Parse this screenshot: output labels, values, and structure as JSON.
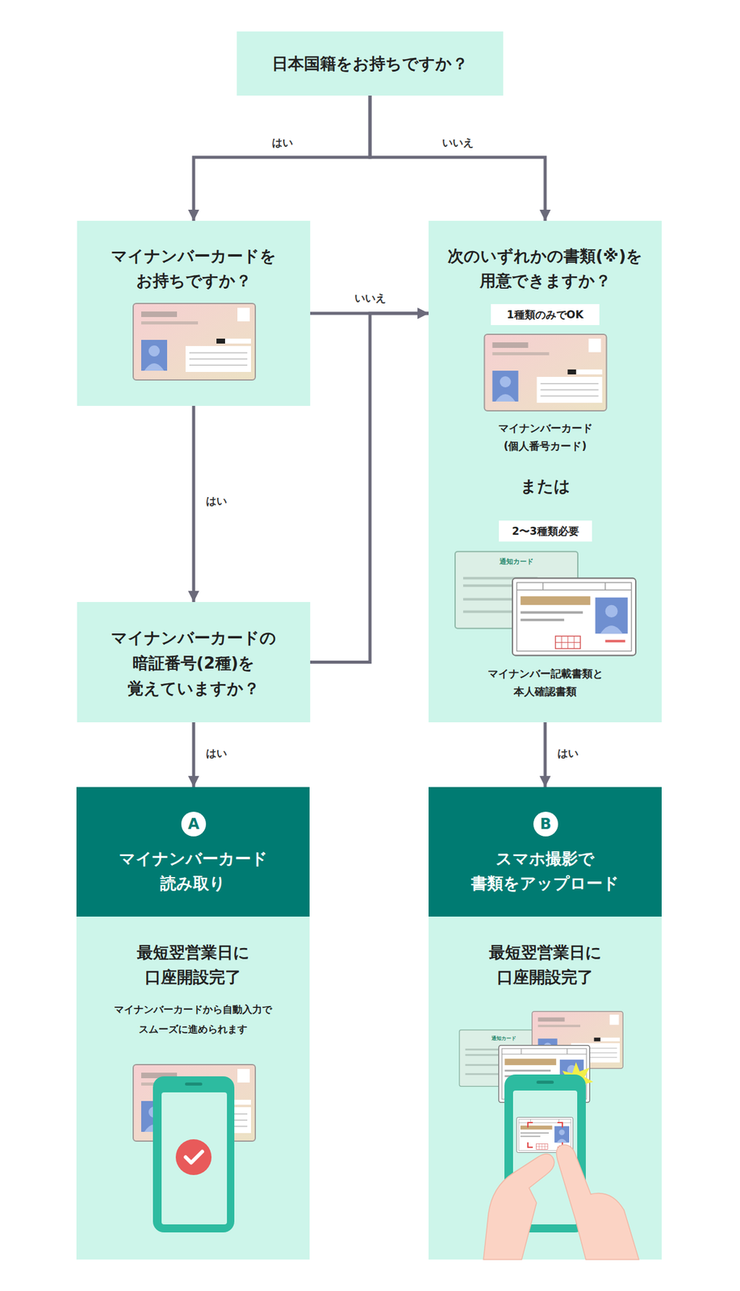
{
  "diagram": {
    "nodes": [
      {
        "text": [
          "日本国籍をお持ちですか？"
        ]
      },
      {
        "text": [
          "マイナンバーカードを お持ちですか？"
        ]
      },
      {
        "text": [
          "次のいずれかの書類(※)を 用意できますか？",
          "マイナンバーカード (個人番号カード)",
          "または",
          "マイナンバー記載書類と 本人確認書類"
        ]
      },
      {
        "text": [
          "1種類のみでOK"
        ],
        "in": 2
      },
      {
        "text": [
          "2〜3種類必要"
        ],
        "in": 2
      },
      {
        "text": [
          "マイナンバーカードの 暗証番号(2種)を 覚えていますか？"
        ]
      },
      {
        "text": [
          "マイナンバーカード 読み取り"
        ]
      },
      {
        "text": [
          "A"
        ],
        "in": 6
      },
      {
        "text": [
          "最短翌営業日に 口座開設完了",
          "マイナンバーカードから自動入力で スムーズに進められます"
        ]
      },
      {
        "text": [
          "スマホ撮影で 書類をアップロード"
        ]
      },
      {
        "text": [
          "B"
        ],
        "in": 9
      },
      {
        "text": [
          "最短翌営業日に 口座開設完了"
        ]
      }
    ],
    "edges": [
      {
        "from": 0,
        "to": 1,
        "label": "はい",
        "arrow": "to"
      },
      {
        "from": 0,
        "to": 2,
        "label": "いいえ",
        "arrow": "to"
      },
      {
        "from": 1,
        "to": 2,
        "label": "いいえ",
        "arrow": "to"
      },
      {
        "from": 1,
        "to": 5,
        "label": "はい",
        "arrow": "to"
      },
      {
        "from": 5,
        "to": 2,
        "arrow": "to"
      },
      {
        "from": 5,
        "to": 6,
        "label": "はい",
        "arrow": "to"
      },
      {
        "from": 2,
        "to": 9,
        "label": "はい",
        "arrow": "to"
      }
    ],
    "labels": [
      "通知カード",
      "通知カード"
    ]
  }
}
